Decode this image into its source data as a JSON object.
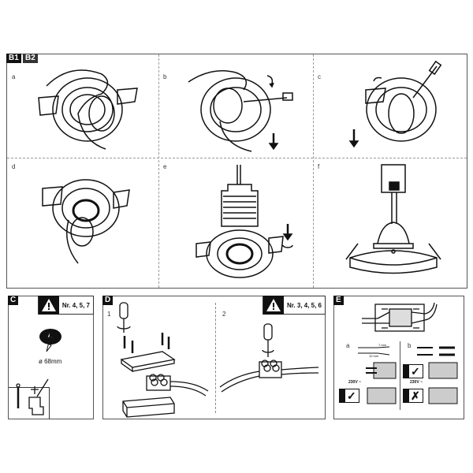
{
  "section_b": {
    "tags": [
      "B1",
      "B2"
    ],
    "steps": [
      "a",
      "b",
      "c",
      "d",
      "e",
      "f"
    ]
  },
  "section_c": {
    "tag": "C",
    "warning": "Nr. 4, 5, 7",
    "hole_diameter": "ø 68mm"
  },
  "section_d": {
    "tag": "D",
    "warning": "Nr. 3, 4, 5, 6",
    "steps": [
      "1",
      "2"
    ]
  },
  "section_e": {
    "tag": "E",
    "steps": [
      "a",
      "b"
    ],
    "voltage_a": "230V ~",
    "voltage_b": "230V ~",
    "strip_length": "7 mm",
    "strip_length_2": "10 mm"
  }
}
